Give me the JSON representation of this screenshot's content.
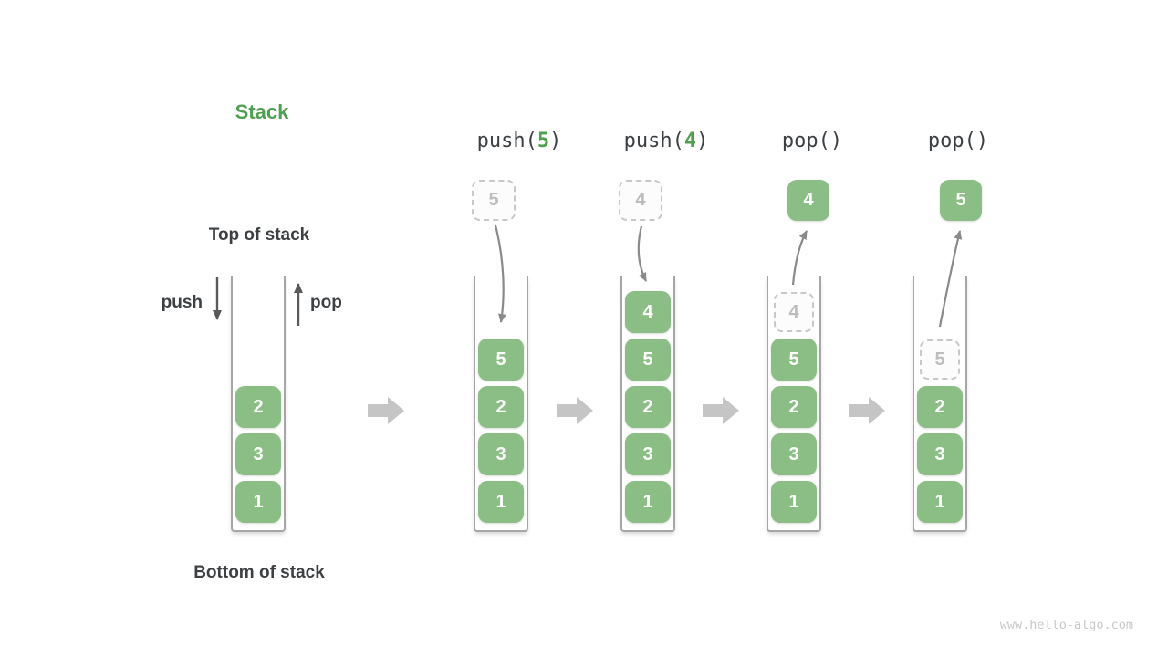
{
  "diagram": {
    "title": "Stack",
    "labels": {
      "top_of_stack": "Top of stack",
      "bottom_of_stack": "Bottom of stack",
      "push": "push",
      "pop": "pop"
    },
    "watermark": "www.hello-algo.com"
  },
  "colors": {
    "box_green": "#8ABE85",
    "accent_green": "#4E9F50",
    "text_dark": "#3C4043",
    "wall_gray": "#A6A6A6",
    "ghost_border": "#C8C8C8",
    "ghost_text": "#BDBDBD",
    "curve_arrow": "#8A8A8A",
    "dark_arrow": "#5A5A5A",
    "block_arrow": "#C5C5C5",
    "watermark_gray": "#C9C9C9"
  },
  "stacks": [
    {
      "name": "initial",
      "header": null,
      "floating": null,
      "ghost": null,
      "values": [
        "2",
        "3",
        "1"
      ]
    },
    {
      "name": "after-push-5",
      "header": {
        "prefix": "push(",
        "arg": "5",
        "suffix": ")"
      },
      "floating": {
        "style": "dashed",
        "value": "5"
      },
      "ghost": null,
      "values": [
        "5",
        "2",
        "3",
        "1"
      ]
    },
    {
      "name": "after-push-4",
      "header": {
        "prefix": "push(",
        "arg": "4",
        "suffix": ")"
      },
      "floating": {
        "style": "dashed",
        "value": "4"
      },
      "ghost": null,
      "values": [
        "4",
        "5",
        "2",
        "3",
        "1"
      ]
    },
    {
      "name": "after-pop-4",
      "header": {
        "prefix": "pop(",
        "arg": "",
        "suffix": ")"
      },
      "floating": {
        "style": "solid",
        "value": "4"
      },
      "ghost": "4",
      "values": [
        "5",
        "2",
        "3",
        "1"
      ]
    },
    {
      "name": "after-pop-5",
      "header": {
        "prefix": "pop(",
        "arg": "",
        "suffix": ")"
      },
      "floating": {
        "style": "solid",
        "value": "5"
      },
      "ghost": "5",
      "values": [
        "2",
        "3",
        "1"
      ]
    }
  ]
}
